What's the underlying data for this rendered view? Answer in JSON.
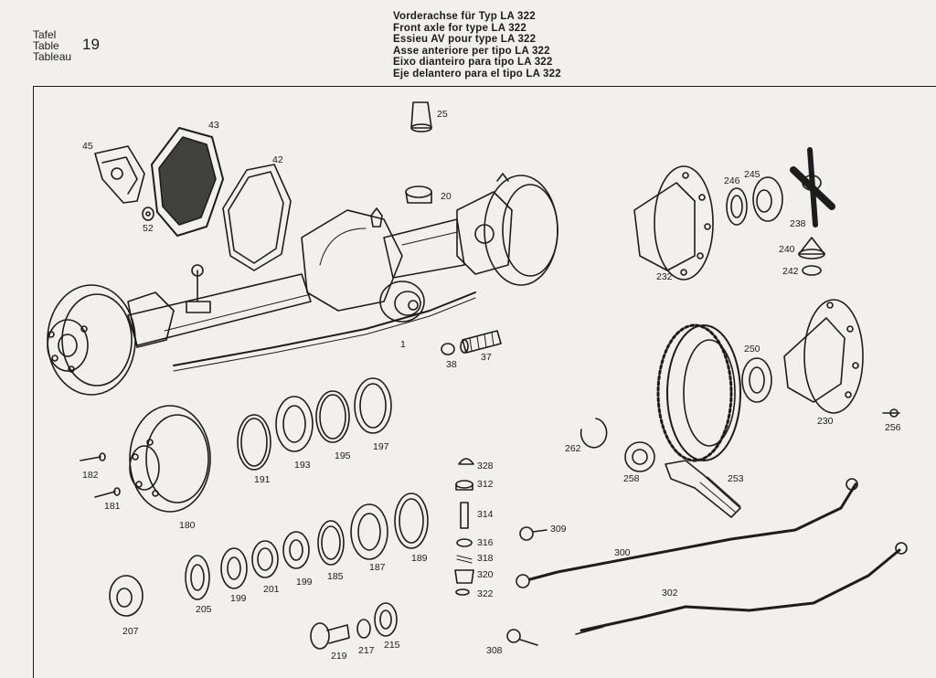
{
  "header": {
    "tafel_lines": [
      "Tafel",
      "Table",
      "Tableau"
    ],
    "tafel_number": "19",
    "titles": [
      "Vorderachse für Typ LA 322",
      "Front axle for type LA 322",
      "Essieu AV pour type LA 322",
      "Asse anteriore per tipo LA 322",
      "Eixo dianteiro para tipo LA 322",
      "Eje delantero para el tipo LA 322"
    ]
  },
  "parts": [
    {
      "id": "45",
      "label": "45"
    },
    {
      "id": "43",
      "label": "43"
    },
    {
      "id": "42",
      "label": "42"
    },
    {
      "id": "52",
      "label": "52"
    },
    {
      "id": "25",
      "label": "25"
    },
    {
      "id": "20",
      "label": "20"
    },
    {
      "id": "1",
      "label": "1"
    },
    {
      "id": "38",
      "label": "38"
    },
    {
      "id": "37",
      "label": "37"
    },
    {
      "id": "246",
      "label": "246"
    },
    {
      "id": "245",
      "label": "245"
    },
    {
      "id": "238",
      "label": "238"
    },
    {
      "id": "240",
      "label": "240"
    },
    {
      "id": "242",
      "label": "242"
    },
    {
      "id": "232",
      "label": "232"
    },
    {
      "id": "250",
      "label": "250"
    },
    {
      "id": "230",
      "label": "230"
    },
    {
      "id": "256",
      "label": "256"
    },
    {
      "id": "262",
      "label": "262"
    },
    {
      "id": "258",
      "label": "258"
    },
    {
      "id": "253",
      "label": "253"
    },
    {
      "id": "191",
      "label": "191"
    },
    {
      "id": "193",
      "label": "193"
    },
    {
      "id": "195",
      "label": "195"
    },
    {
      "id": "197",
      "label": "197"
    },
    {
      "id": "182",
      "label": "182"
    },
    {
      "id": "181",
      "label": "181"
    },
    {
      "id": "180",
      "label": "180"
    },
    {
      "id": "328",
      "label": "328"
    },
    {
      "id": "312",
      "label": "312"
    },
    {
      "id": "314",
      "label": "314"
    },
    {
      "id": "316",
      "label": "316"
    },
    {
      "id": "318",
      "label": "318"
    },
    {
      "id": "320",
      "label": "320"
    },
    {
      "id": "322",
      "label": "322"
    },
    {
      "id": "309",
      "label": "309"
    },
    {
      "id": "300",
      "label": "300"
    },
    {
      "id": "302",
      "label": "302"
    },
    {
      "id": "308",
      "label": "308"
    },
    {
      "id": "189",
      "label": "189"
    },
    {
      "id": "187",
      "label": "187"
    },
    {
      "id": "185",
      "label": "185"
    },
    {
      "id": "199a",
      "label": "199"
    },
    {
      "id": "201",
      "label": "201"
    },
    {
      "id": "199b",
      "label": "199"
    },
    {
      "id": "205",
      "label": "205"
    },
    {
      "id": "207",
      "label": "207"
    },
    {
      "id": "219",
      "label": "219"
    },
    {
      "id": "217",
      "label": "217"
    },
    {
      "id": "215",
      "label": "215"
    }
  ]
}
